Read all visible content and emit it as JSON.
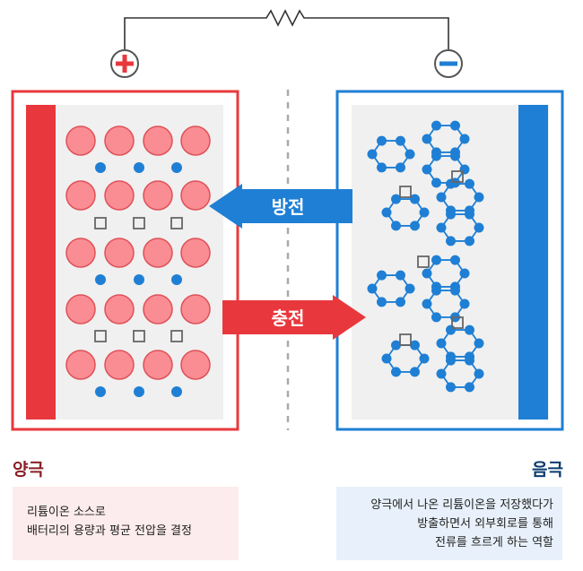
{
  "terminals": {
    "positive_icon": "plus-circle-icon",
    "negative_icon": "minus-circle-icon"
  },
  "circuit": {
    "resistor_icon": "resistor-icon"
  },
  "arrows": {
    "discharge": {
      "label": "방전",
      "direction": "left",
      "color": "#1f7fd4"
    },
    "charge": {
      "label": "충전",
      "direction": "right",
      "color": "#e8383d"
    }
  },
  "cathode": {
    "title": "양극",
    "description": [
      "리튬이온 소스로",
      "배터리의 용량과 평균 전압을 결정"
    ],
    "colors": {
      "border": "#e8383d",
      "collector": "#e8383d",
      "particle": "#f98d93",
      "title": "#8a1f26",
      "box": "#fdeced"
    }
  },
  "anode": {
    "title": "음극",
    "description": [
      "양극에서 나온 리튬이온을 저장했다가",
      "방출하면서 외부회로를 통해",
      "전류를 흐르게 하는 역할"
    ],
    "colors": {
      "border": "#1f7fd4",
      "collector": "#1f7fd4",
      "atom": "#1f7fd4",
      "title": "#0c3b6e",
      "box": "#e8f1fb"
    }
  },
  "colors": {
    "lithium_ion": "#1f7fd4",
    "vacancy": "#666666",
    "separator": "#aaaaaa",
    "panel": "#f0f0f0"
  }
}
